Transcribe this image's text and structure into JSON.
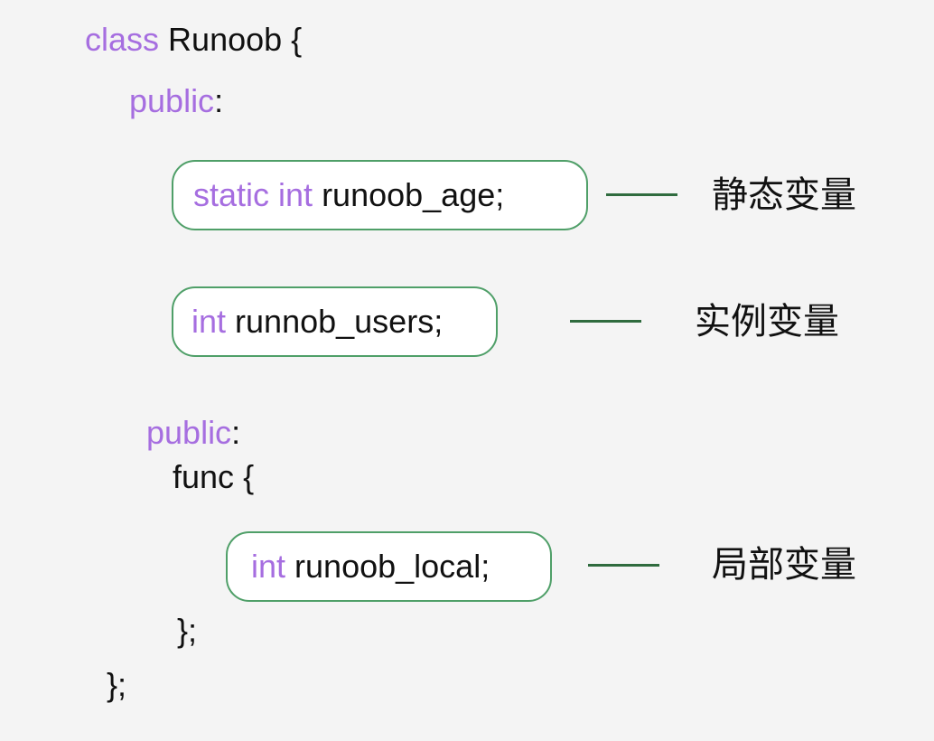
{
  "code": {
    "class_keyword": "class",
    "class_name": "Runoob",
    "open_brace": "{",
    "public_1": "public",
    "colon_1": ":",
    "public_2": "public",
    "colon_2": ":",
    "func_name": "func",
    "func_open": "{",
    "func_close": "};",
    "class_close": "};"
  },
  "variables": [
    {
      "keywords": "static int",
      "declaration": "runoob_age;",
      "category": "静态变量"
    },
    {
      "keywords": "int",
      "declaration": "runnob_users;",
      "category": "实例变量"
    },
    {
      "keywords": "int",
      "declaration": "runoob_local;",
      "category": "局部变量"
    }
  ],
  "colors": {
    "background": "#f4f4f4",
    "keyword": "#a66ee0",
    "box_border": "#4f9f68",
    "connector": "#2f6b3e",
    "text": "#111111"
  }
}
